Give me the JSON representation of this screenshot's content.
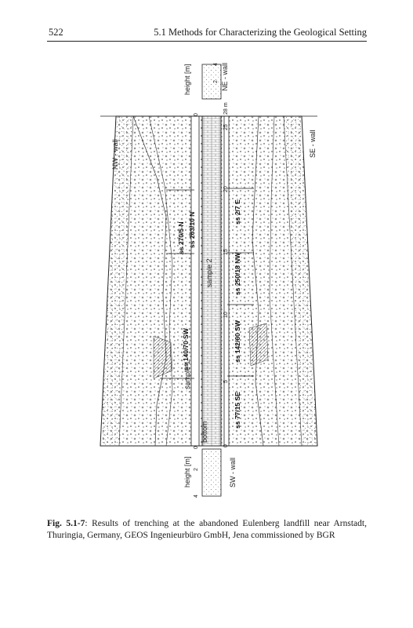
{
  "header": {
    "page_number": "522",
    "section_title": "5.1 Methods for Characterizing the Geological Setting"
  },
  "figure": {
    "wall_labels": {
      "nw": "NW - wall",
      "ne": "NE - wall",
      "se": "SE - wall",
      "sw": "SW - wall"
    },
    "height_label_top": "height [m]",
    "height_label_bottom": "height [m]",
    "height_ticks_top": [
      "0",
      "2",
      "4"
    ],
    "height_ticks_bottom": [
      "0",
      "2",
      "4"
    ],
    "distance_unit": "28 m",
    "distance_ticks": [
      "0",
      "5",
      "10",
      "15",
      "20",
      "25"
    ],
    "bottom_label": "bottom",
    "sample_labels": [
      "sample 1",
      "sample 2"
    ],
    "upper_strikes": [
      "ss 140/70 SW",
      "ss 270/5 N",
      "ss 263/10 N"
    ],
    "lower_strikes": [
      "ss 77/15 SE",
      "ss 142/60 SW",
      "ss 250/18 NW",
      "ss 2/7 E"
    ]
  },
  "caption": {
    "label": "Fig. 5.1-7",
    "text": ": Results of trenching at the abandoned Eulenberg landfill near Arnstadt, Thuringia, Germany, GEOS Ingenieurbüro GmbH, Jena commissioned by BGR"
  }
}
